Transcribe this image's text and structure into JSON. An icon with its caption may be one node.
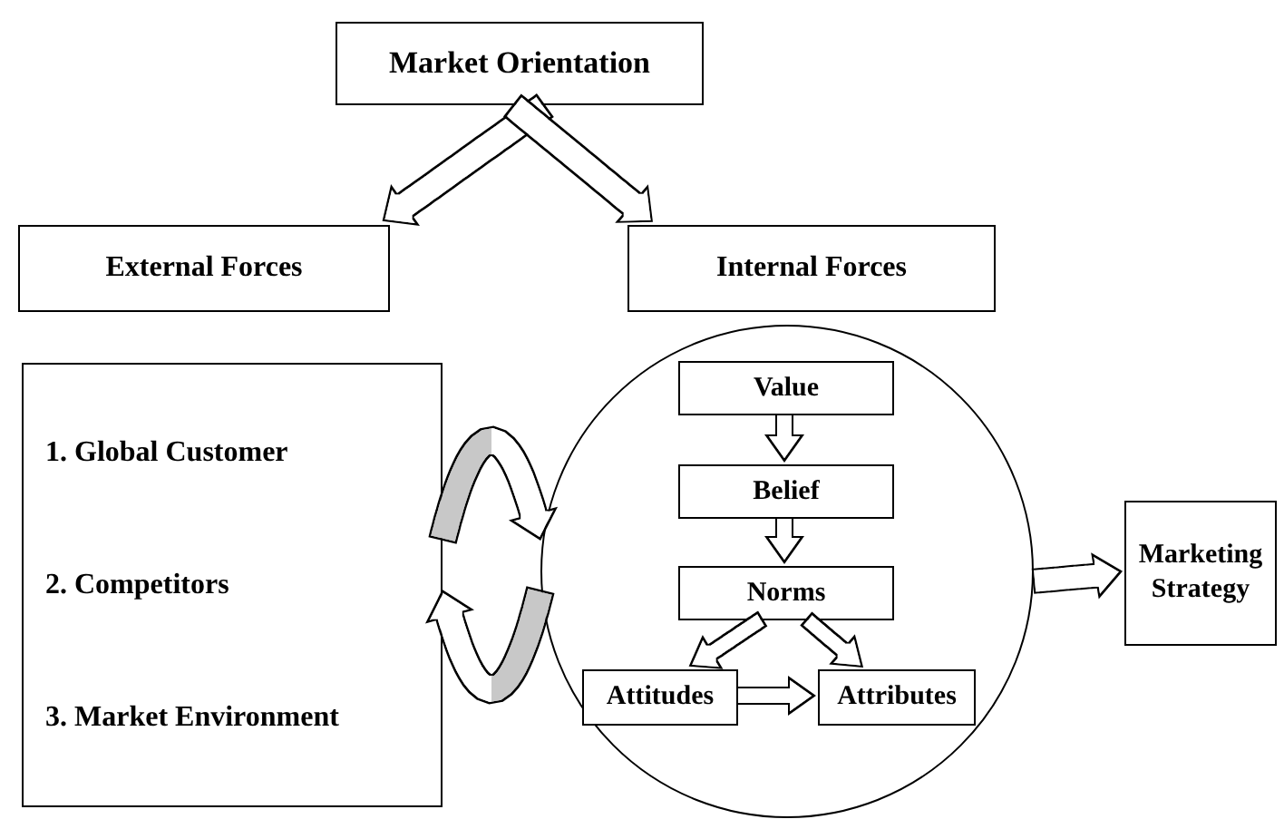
{
  "diagram": {
    "nodes": [
      {
        "text": [
          "Market Orientation"
        ]
      },
      {
        "text": [
          "External Forces"
        ]
      },
      {
        "text": [
          "Internal Forces"
        ]
      },
      {
        "text": [
          "1. Global Customer",
          "2. Competitors",
          "3. Market Environment"
        ]
      },
      {
        "text": [],
        "shape": "circle"
      },
      {
        "text": [
          "Value"
        ],
        "in": 4
      },
      {
        "text": [
          "Belief"
        ],
        "in": 4
      },
      {
        "text": [
          "Norms"
        ],
        "in": 4
      },
      {
        "text": [
          "Attitudes"
        ],
        "in": 4
      },
      {
        "text": [
          "Attributes"
        ],
        "in": 4
      },
      {
        "text": [
          "Marketing Strategy"
        ]
      }
    ],
    "edges": [
      {
        "from": 0,
        "to": 1,
        "arrow": "to"
      },
      {
        "from": 0,
        "to": 2,
        "arrow": "to"
      },
      {
        "from": 5,
        "to": 6,
        "arrow": "to"
      },
      {
        "from": 6,
        "to": 7,
        "arrow": "to"
      },
      {
        "from": 7,
        "to": 8,
        "arrow": "to"
      },
      {
        "from": 7,
        "to": 9,
        "arrow": "to"
      },
      {
        "from": 8,
        "to": 9,
        "arrow": "to"
      },
      {
        "from": 4,
        "to": 10,
        "arrow": "to"
      },
      {
        "from": 3,
        "to": 4,
        "arrow": "to"
      },
      {
        "from": 4,
        "to": 3,
        "arrow": "to"
      }
    ]
  }
}
